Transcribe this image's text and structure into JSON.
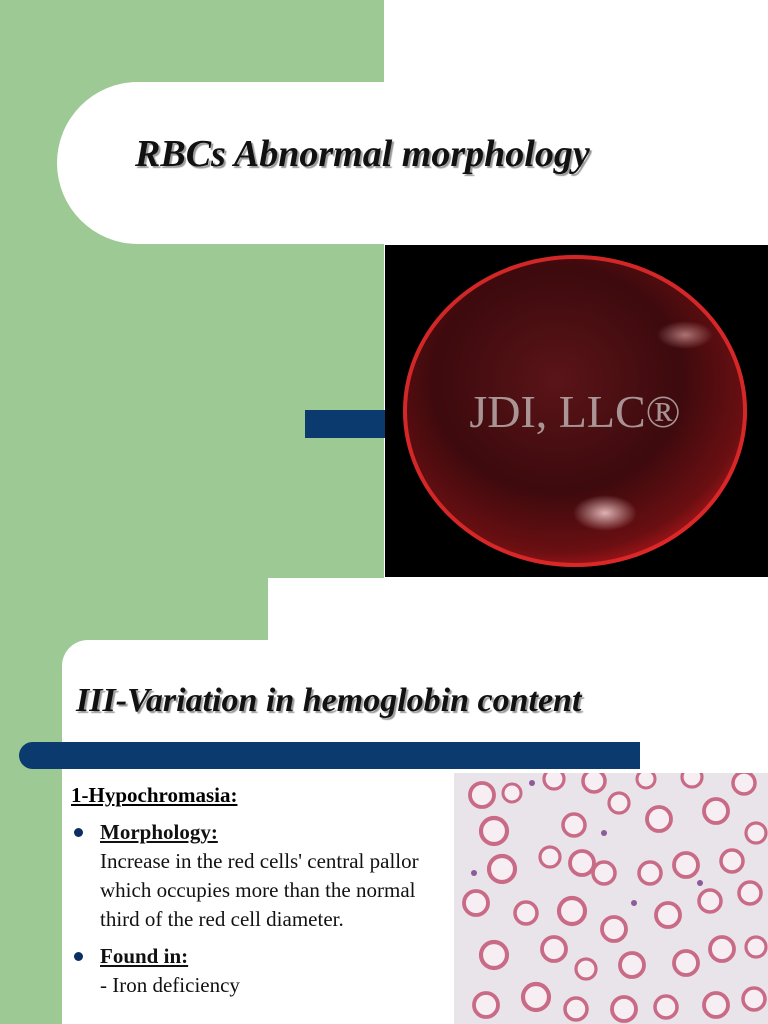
{
  "slide1": {
    "title": "RBCs Abnormal morphology",
    "image": {
      "watermark": "JDI, LLC®",
      "description_icon": "red-blood-cell-image"
    }
  },
  "slide2": {
    "title": "III-Variation in hemoglobin content",
    "subheading": "1-Hypochromasia:",
    "items": [
      {
        "label": "Morphology:",
        "text": "Increase in the red cells' central pallor which occupies more than the normal third of the red cell diameter."
      },
      {
        "label": "Found in:",
        "text": "- Iron deficiency"
      }
    ],
    "image": {
      "description_icon": "blood-smear-image"
    }
  },
  "colors": {
    "green_band": "#9dc995",
    "navy_accent": "#0b3b6e",
    "image_bg": "#000000",
    "cell_red": "#b01818",
    "smear_bg": "#e9e3ea",
    "smear_cell": "#c96a86"
  }
}
